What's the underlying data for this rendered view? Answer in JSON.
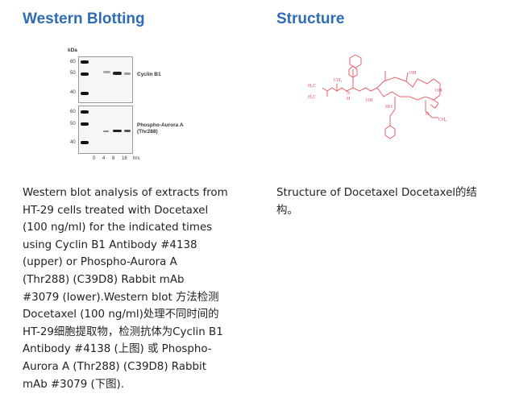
{
  "left": {
    "title": "Western Blotting",
    "blot": {
      "kda": "kDa",
      "markers_top": [
        "60",
        "50",
        "40"
      ],
      "markers_bottom": [
        "60",
        "50",
        "40"
      ],
      "label_top": "Cyclin B1",
      "label_bottom_1": "Phospho-Aurora A",
      "label_bottom_2": "(Thr288)",
      "lanes": [
        "0",
        "4",
        "8",
        "16"
      ],
      "unit": "hrs"
    },
    "caption_lines": [
      "Western blot analysis of extracts from",
      "HT-29 cells treated with Docetaxel",
      "(100 ng/ml) for the indicated times",
      "using Cyclin B1 Antibody #4138",
      "(upper) or Phospho-Aurora A",
      "(Thr288) (C39D8) Rabbit mAb",
      "#3079 (lower).Western blot 方法检测",
      "Docetaxel (100 ng/ml)处理不同时间的",
      "HT-29细胞提取物，检测抗体为Cyclin B1",
      "Antibody #4138 (上图) 或 Phospho-",
      "Aurora A (Thr288) (C39D8) Rabbit",
      "mAb #3079 (下图)."
    ]
  },
  "right": {
    "title": "Structure",
    "structure_labels": {
      "h3c1": "H3C",
      "ch3": "CH3",
      "h3c2": "H3C",
      "nh": "N",
      "h": "H",
      "oh1": "OH",
      "oh2": "OH",
      "oh3": "OH",
      "ho": "HO",
      "o": "O",
      "ch3b": "CH3"
    },
    "caption_lines": [
      "Structure of Docetaxel Docetaxel的结",
      "构。"
    ]
  }
}
